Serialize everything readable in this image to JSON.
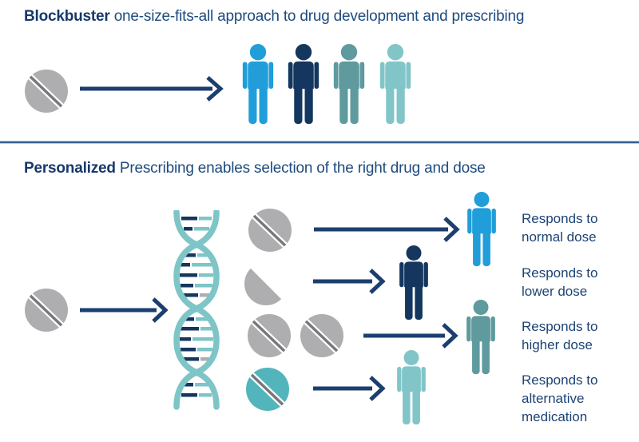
{
  "colors": {
    "navy": "#14365F",
    "arrow": "#1B3F6E",
    "light_blue": "#219ED9",
    "teal": "#5E9A9E",
    "light_teal": "#82C5C9",
    "dna_strand": "#7EC5C7",
    "pill_gray": "#AEAEB0",
    "pill_stripe": "#77787B",
    "pill_teal": "#52B5BC",
    "divider": "#33618F",
    "title_bold": "#16386A",
    "title_regular": "#1E4B7E",
    "label_text": "#1C4273"
  },
  "icons": {
    "pill": "pill-icon",
    "half_pill": "half-pill-icon",
    "dna": "dna-helix-icon",
    "arrow": "arrow-right-icon",
    "person": "person-icon"
  },
  "blockbuster": {
    "title_bold": "Blockbuster",
    "title_rest": " one-size-fits-all approach to drug development and prescribing",
    "patients": [
      {
        "name": "patient-light-blue",
        "color": "#219ED9"
      },
      {
        "name": "patient-navy",
        "color": "#14365F"
      },
      {
        "name": "patient-teal",
        "color": "#5E9A9E"
      },
      {
        "name": "patient-light-teal",
        "color": "#82C5C9"
      }
    ]
  },
  "personalized": {
    "title_bold": "Personalized",
    "title_rest": " Prescribing enables selection of the right drug and dose",
    "outcomes": [
      {
        "pill": "normal-dose-pill",
        "person_color": "#219ED9",
        "lines": [
          "Responds to",
          "normal dose"
        ]
      },
      {
        "pill": "half-dose-pill",
        "person_color": "#14365F",
        "lines": [
          "Responds to",
          "lower dose"
        ]
      },
      {
        "pill": "double-dose-pills",
        "person_color": "#5E9A9E",
        "lines": [
          "Responds to",
          "higher dose"
        ]
      },
      {
        "pill": "alternative-medication-pill",
        "person_color": "#82C5C9",
        "lines": [
          "Responds to",
          "alternative",
          "medication"
        ]
      }
    ]
  }
}
